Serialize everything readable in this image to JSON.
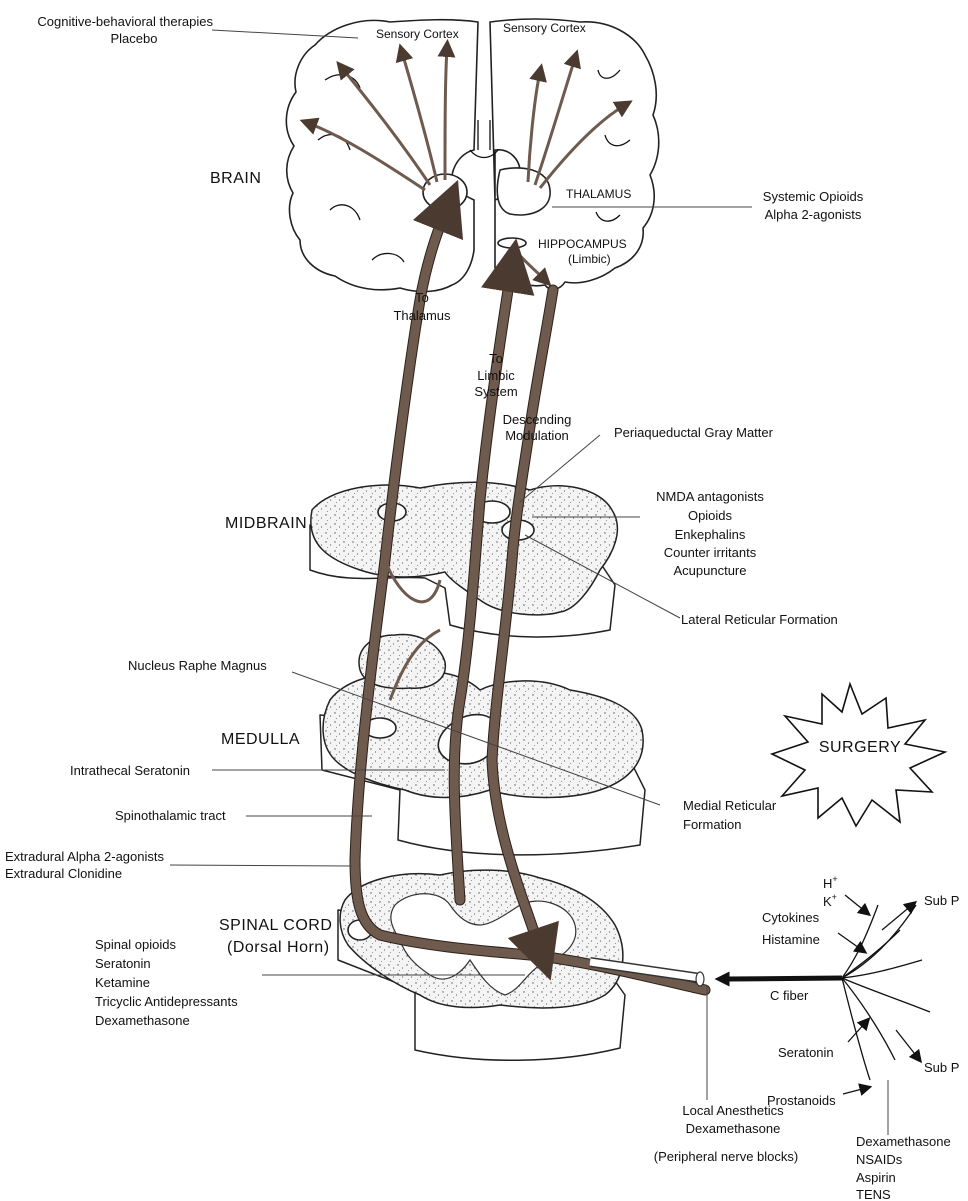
{
  "regions": {
    "brain": "BRAIN",
    "midbrain": "MIDBRAIN",
    "medulla": "MEDULLA",
    "spinal_cord": "SPINAL CORD",
    "dorsal_horn": "(Dorsal Horn)"
  },
  "brain": {
    "sensory_cortex_left": "Sensory Cortex",
    "sensory_cortex_right": "Sensory Cortex",
    "thalamus": "THALAMUS",
    "hippocampus": "HIPPOCAMPUS",
    "limbic": "(Limbic)"
  },
  "pathways": {
    "to_thalamus": [
      "To",
      "Thalamus"
    ],
    "to_limbic": [
      "To",
      "Limbic",
      "System"
    ],
    "descending": [
      "Descending",
      "Modulation"
    ]
  },
  "labels": {
    "cognitive": [
      "Cognitive-behavioral therapies",
      "Placebo"
    ],
    "systemic": [
      "Systemic Opioids",
      "Alpha 2-agonists"
    ],
    "periaqueductal": "Periaqueductal Gray Matter",
    "nmda_group": [
      "NMDA antagonists",
      "Opioids",
      "Enkephalins",
      "Counter irritants",
      "Acupuncture"
    ],
    "lateral_reticular": "Lateral Reticular Formation",
    "raphe": "Nucleus Raphe Magnus",
    "intrathecal": "Intrathecal Seratonin",
    "spinothalamic": "Spinothalamic tract",
    "medial_reticular": [
      "Medial Reticular",
      "Formation"
    ],
    "extradural": [
      "Extradural Alpha 2-agonists",
      "Extradural Clonidine"
    ],
    "spinal_drugs": [
      "Spinal opioids",
      "Seratonin",
      "Ketamine",
      "Tricyclic Antidepressants",
      "Dexamethasone"
    ],
    "local": [
      "Local Anesthetics",
      "Dexamethasone"
    ],
    "peripheral": "(Peripheral nerve blocks)",
    "peripheral_drugs": [
      "Dexamethasone",
      "NSAIDs",
      "Aspirin",
      "TENS"
    ]
  },
  "periphery": {
    "surgery": "SURGERY",
    "h_ion": "H",
    "k_ion": "K",
    "ion_charge": "+",
    "cytokines": "Cytokines",
    "histamine": "Histamine",
    "c_fiber": "C fiber",
    "seratonin": "Seratonin",
    "prostanoids": "Prostanoids",
    "sub_p_top": "Sub P",
    "sub_p_bottom": "Sub P"
  },
  "colors": {
    "tract": "#6f5a4e",
    "outline": "#222222",
    "stipple": "#555555"
  }
}
